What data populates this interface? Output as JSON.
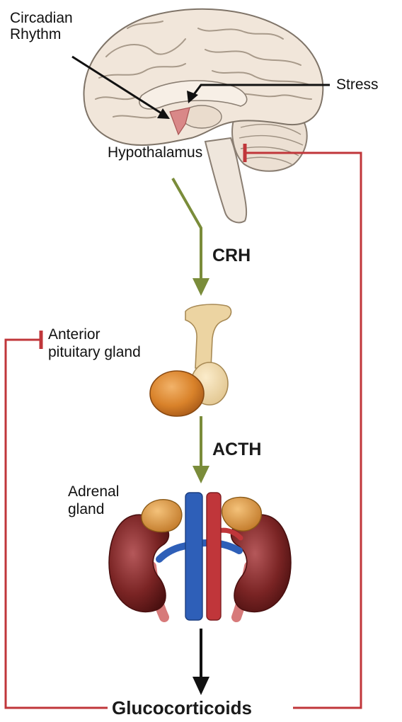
{
  "labels": {
    "circadian": "Circadian\nRhythm",
    "stress": "Stress",
    "hypothalamus": "Hypothalamus",
    "crh": "CRH",
    "pituitary": "Anterior\npituitary gland",
    "acth": "ACTH",
    "adrenal": "Adrenal\ngland",
    "glucocorticoids": "Glucocorticoids"
  },
  "colors": {
    "stimulation_arrow": "#7a8c3a",
    "inhibition_line": "#c0363a",
    "black_arrow": "#111111",
    "brain": "#efe3d6",
    "hypothalamus": "#d98888",
    "pituitary_stalk": "#e8cf9a",
    "pituitary_anterior": "#d9822a",
    "kidney": "#7a2424",
    "adrenal": "#d99a45",
    "vein": "#2e5fb8",
    "artery": "#c0363a"
  },
  "icons": {
    "brain": "brain-sagittal-illustration",
    "pituitary": "pituitary-gland-illustration",
    "adrenal": "kidneys-adrenal-illustration"
  }
}
